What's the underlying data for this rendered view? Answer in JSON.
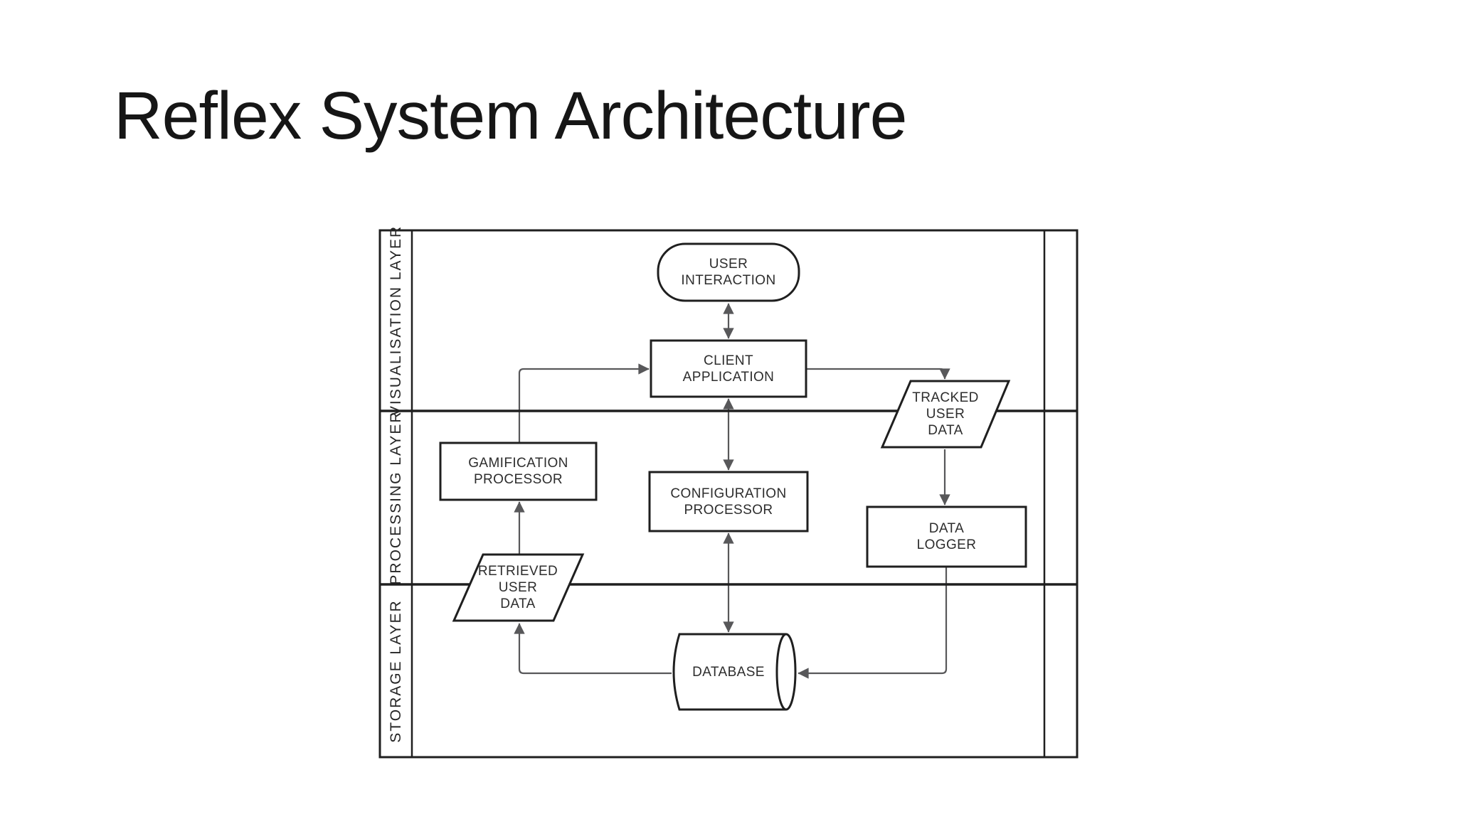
{
  "title": "Reflex System Architecture",
  "diagram": {
    "layers": [
      {
        "id": "visualisation",
        "label": "VISUALISATION LAYER"
      },
      {
        "id": "processing",
        "label": "PROCESSING LAYER"
      },
      {
        "id": "storage",
        "label": "STORAGE LAYER"
      }
    ],
    "nodes": {
      "user_interaction": {
        "label": "USER INTERACTION",
        "shape": "stadium",
        "layer": "visualisation",
        "lines": [
          "USER",
          "INTERACTION"
        ]
      },
      "client_application": {
        "label": "CLIENT APPLICATION",
        "shape": "rectangle",
        "layer": "visualisation",
        "lines": [
          "CLIENT",
          "APPLICATION"
        ]
      },
      "gamification_processor": {
        "label": "GAMIFICATION PROCESSOR",
        "shape": "rectangle",
        "layer": "processing",
        "lines": [
          "GAMIFICATION",
          "PROCESSOR"
        ]
      },
      "configuration_processor": {
        "label": "CONFIGURATION PROCESSOR",
        "shape": "rectangle",
        "layer": "processing",
        "lines": [
          "CONFIGURATION",
          "PROCESSOR"
        ]
      },
      "tracked_user_data": {
        "label": "TRACKED USER DATA",
        "shape": "parallelogram",
        "layer": "processing",
        "lines": [
          "TRACKED",
          "USER",
          "DATA"
        ]
      },
      "data_logger": {
        "label": "DATA LOGGER",
        "shape": "rectangle",
        "layer": "processing",
        "lines": [
          "DATA",
          "LOGGER"
        ]
      },
      "retrieved_user_data": {
        "label": "RETRIEVED USER DATA",
        "shape": "parallelogram",
        "layer": "storage",
        "lines": [
          "RETRIEVED",
          "USER",
          "DATA"
        ]
      },
      "database": {
        "label": "DATABASE",
        "shape": "cylinder",
        "layer": "storage",
        "lines": [
          "DATABASE"
        ]
      }
    },
    "edges": [
      {
        "from": "user_interaction",
        "to": "client_application",
        "bidirectional": true
      },
      {
        "from": "client_application",
        "to": "configuration_processor",
        "bidirectional": true
      },
      {
        "from": "configuration_processor",
        "to": "database",
        "bidirectional": true
      },
      {
        "from": "gamification_processor",
        "to": "client_application",
        "bidirectional": false
      },
      {
        "from": "client_application",
        "to": "tracked_user_data",
        "bidirectional": false
      },
      {
        "from": "tracked_user_data",
        "to": "data_logger",
        "bidirectional": false
      },
      {
        "from": "data_logger",
        "to": "database",
        "bidirectional": false
      },
      {
        "from": "database",
        "to": "retrieved_user_data",
        "bidirectional": false
      },
      {
        "from": "retrieved_user_data",
        "to": "gamification_processor",
        "bidirectional": false
      }
    ],
    "colors": {
      "background": "#ffffff",
      "shape_border": "#1f1f1f",
      "connector": "#58585a",
      "text": "#2d2d2d"
    }
  }
}
